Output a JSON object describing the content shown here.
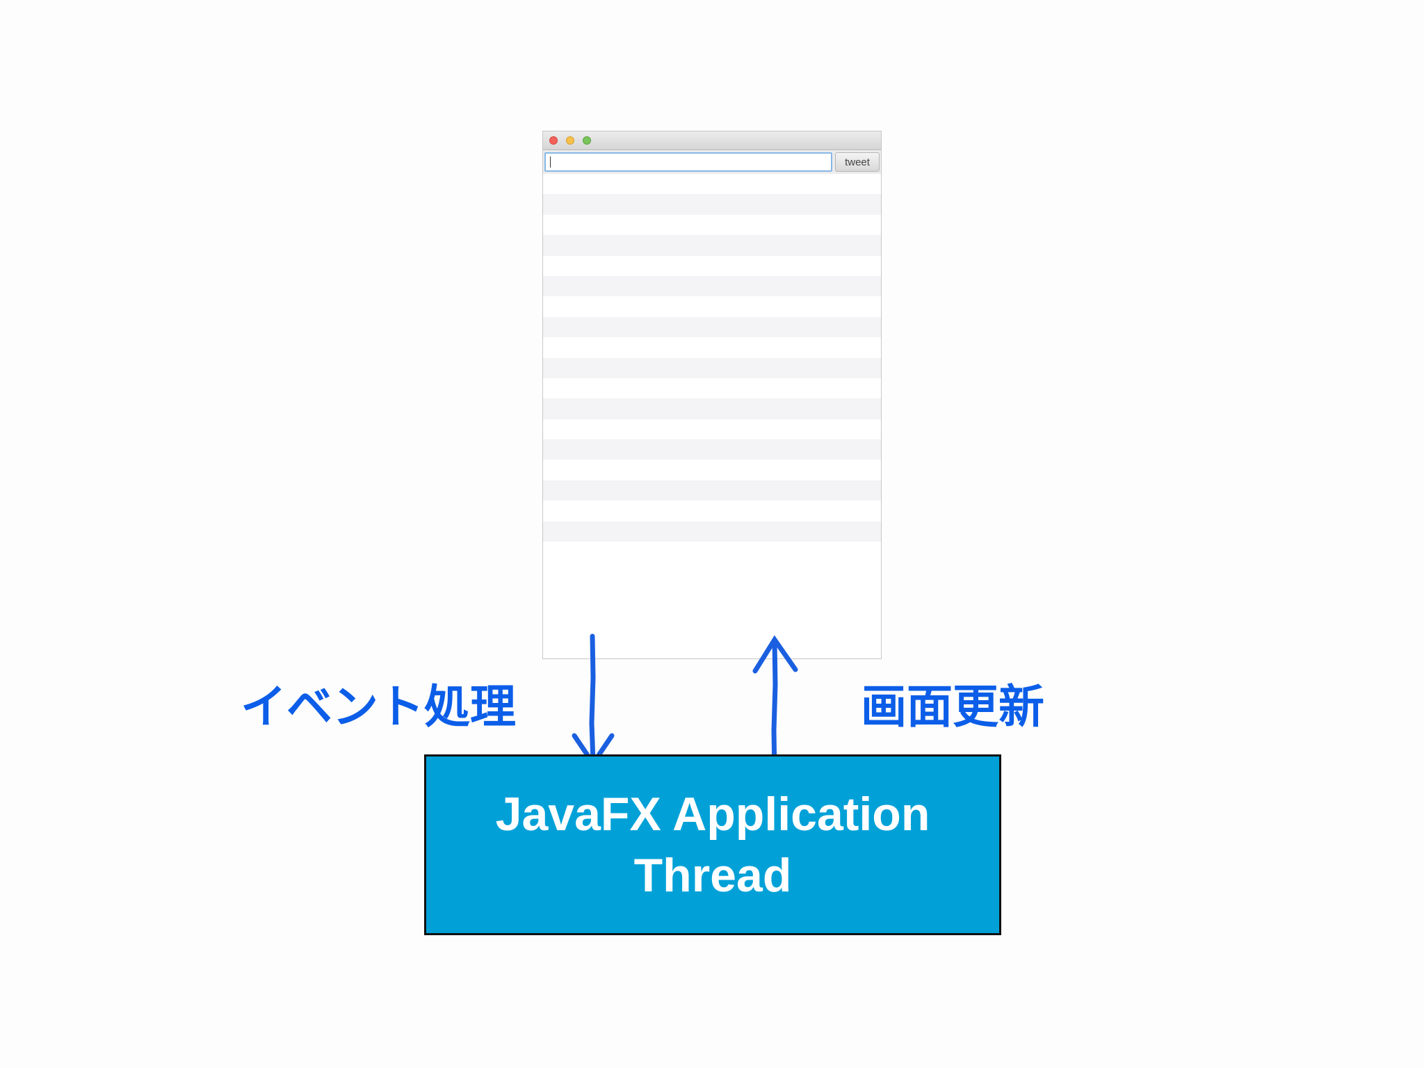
{
  "window": {
    "tweet_input": {
      "value": ""
    },
    "tweet_button_label": "tweet",
    "list_row_count": 18
  },
  "labels": {
    "event_processing": "イベント処理",
    "screen_update": "画面更新"
  },
  "thread_box": {
    "line1": "JavaFX Application",
    "line2": "Thread"
  },
  "colors": {
    "label_blue": "#0c5ee8",
    "thread_box_fill": "#01a1d8",
    "arrow_blue": "#1a5fe0"
  }
}
